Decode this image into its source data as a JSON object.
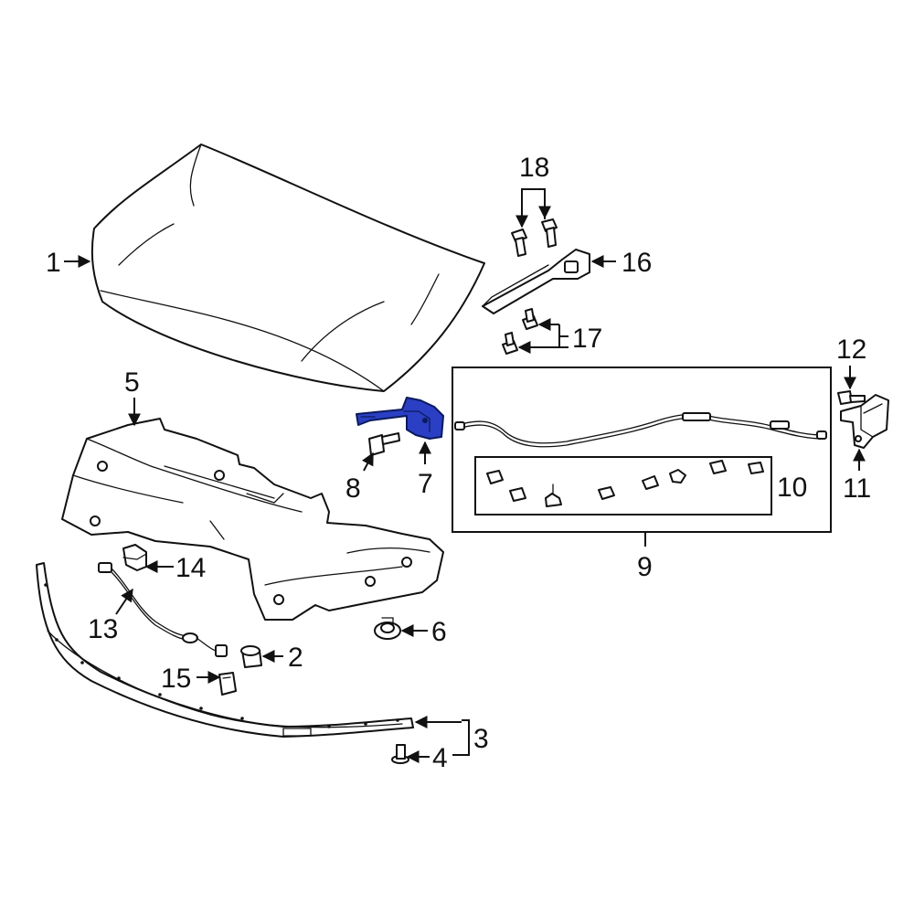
{
  "colors": {
    "line": "#111111",
    "highlight_fill": "#2b3fc4",
    "highlight_stroke": "#0a1a5c",
    "background": "#ffffff"
  },
  "callouts": {
    "c1": "1",
    "c2": "2",
    "c3": "3",
    "c4": "4",
    "c5": "5",
    "c6": "6",
    "c7": "7",
    "c8": "8",
    "c9": "9",
    "c10": "10",
    "c11": "11",
    "c12": "12",
    "c13": "13",
    "c14": "14",
    "c15": "15",
    "c16": "16",
    "c17": "17",
    "c18": "18"
  },
  "highlighted_part": "7"
}
